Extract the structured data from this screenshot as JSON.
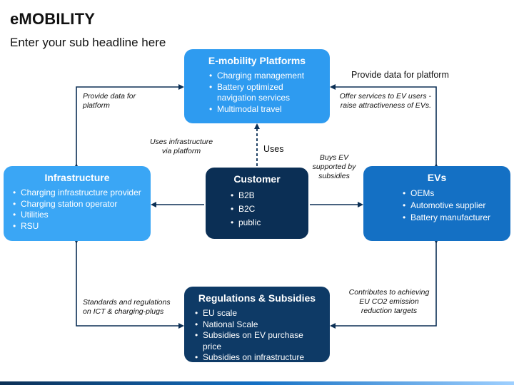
{
  "header": {
    "title": "eMOBILITY",
    "subtitle": "Enter your sub headline here"
  },
  "boxes": {
    "platforms": {
      "title": "E-mobility Platforms",
      "items": [
        "Charging management",
        "Battery optimized navigation services",
        "Multimodal travel"
      ],
      "color": "#2e9bf0"
    },
    "infrastructure": {
      "title": "Infrastructure",
      "items": [
        "Charging infrastructure provider",
        "Charging station operator",
        "Utilities",
        "RSU"
      ],
      "color": "#3aa6f5"
    },
    "customer": {
      "title": "Customer",
      "items": [
        "B2B",
        "B2C",
        "public"
      ],
      "color": "#0b2f55"
    },
    "evs": {
      "title": "EVs",
      "items": [
        "OEMs",
        "Automotive supplier",
        "Battery manufacturer"
      ],
      "color": "#1470c4"
    },
    "regulations": {
      "title": "Regulations & Subsidies",
      "items": [
        "EU scale",
        "National Scale",
        "Subsidies on EV purchase price",
        "Subsidies on infrastructure"
      ],
      "color": "#0e3a66"
    }
  },
  "labels": {
    "provide_data_left": "Provide data for platform",
    "provide_data_right": "Provide data for platform",
    "offer_services": "Offer services to EV users - raise attractiveness of EVs.",
    "uses_infrastructure": "Uses infrastructure via platform",
    "uses": "Uses",
    "buys_ev": "Buys EV supported by subsidies",
    "standards": "Standards and regulations on ICT & charging-plugs",
    "contributes": "Contributes to achieving EU CO2 emission reduction targets"
  }
}
